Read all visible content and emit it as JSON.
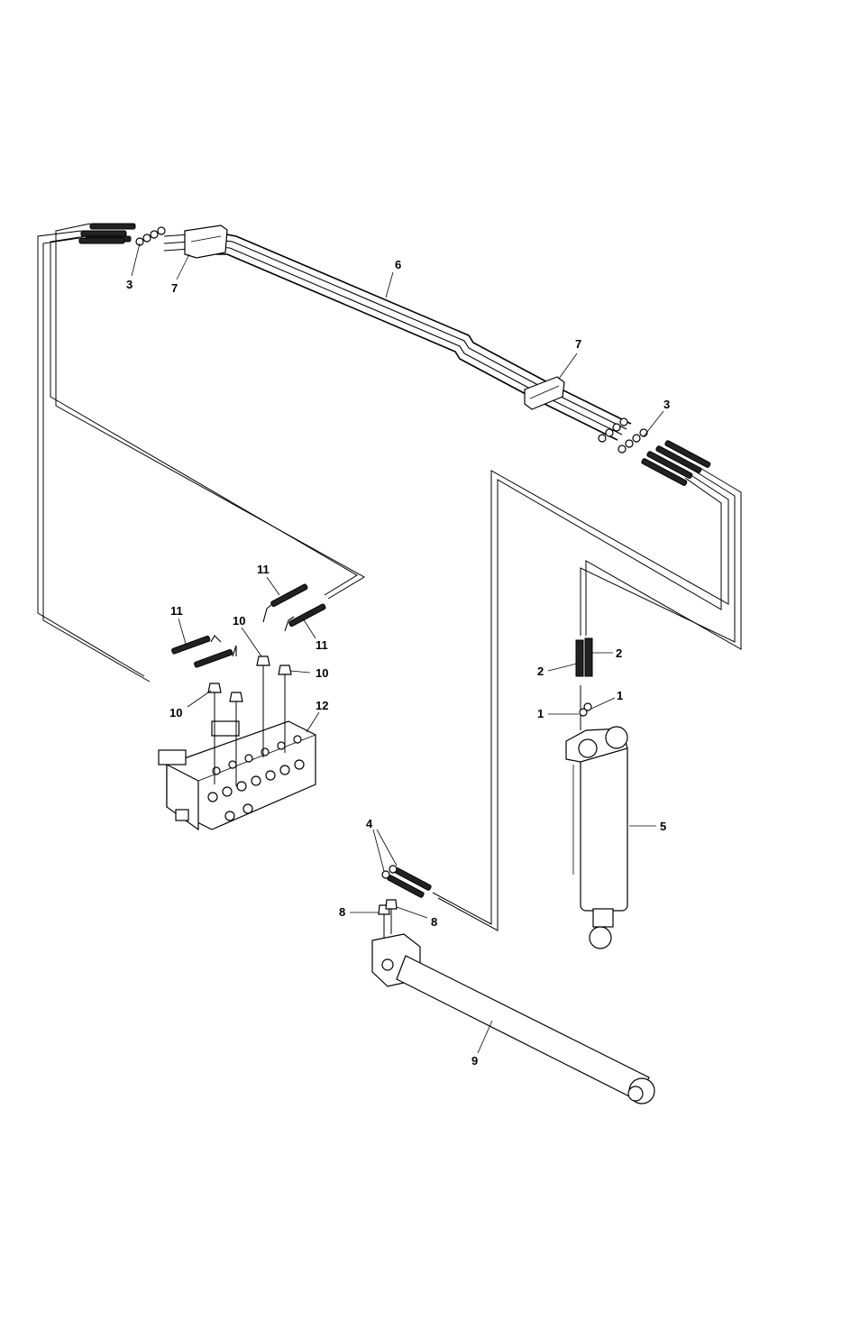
{
  "diagram": {
    "callouts": [
      {
        "id": "c3-left",
        "label": "3"
      },
      {
        "id": "c7-left",
        "label": "7"
      },
      {
        "id": "c6",
        "label": "6"
      },
      {
        "id": "c7-right",
        "label": "7"
      },
      {
        "id": "c3-right",
        "label": "3"
      },
      {
        "id": "c11-top",
        "label": "11"
      },
      {
        "id": "c11-left",
        "label": "11"
      },
      {
        "id": "c10-top",
        "label": "10"
      },
      {
        "id": "c11-right",
        "label": "11"
      },
      {
        "id": "c10-right",
        "label": "10"
      },
      {
        "id": "c10-left",
        "label": "10"
      },
      {
        "id": "c12",
        "label": "12"
      },
      {
        "id": "c2-right",
        "label": "2"
      },
      {
        "id": "c2-left",
        "label": "2"
      },
      {
        "id": "c1-right",
        "label": "1"
      },
      {
        "id": "c1-left",
        "label": "1"
      },
      {
        "id": "c5",
        "label": "5"
      },
      {
        "id": "c4",
        "label": "4"
      },
      {
        "id": "c8-left",
        "label": "8"
      },
      {
        "id": "c8-right",
        "label": "8"
      },
      {
        "id": "c9",
        "label": "9"
      }
    ]
  }
}
